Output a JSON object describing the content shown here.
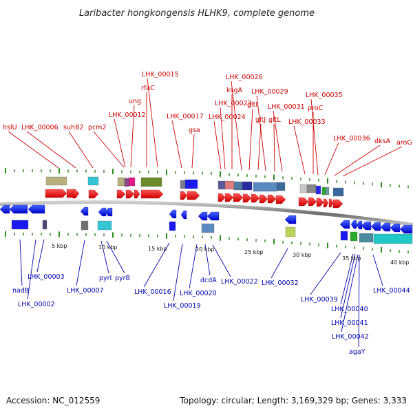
{
  "title": "Laribacter hongkongensis HLHK9, complete genome",
  "footer": {
    "accession": "Accession: NC_012559",
    "summary": "Topology: circular; Length: 3,169,329 bp; Genes: 3,333"
  },
  "colors": {
    "forward_gene": "#ee0000",
    "reverse_gene": "#0000dd",
    "forward_label": "#cc0000",
    "reverse_label": "#0000aa",
    "backbone": "#888888",
    "tick": "#2a8a1a"
  },
  "scale_labels": [
    "5 kbp",
    "10 kbp",
    "15 kbp",
    "20 kbp",
    "25 kbp",
    "30 kbp",
    "35 kbp",
    "40 kbp"
  ],
  "forward_labels": [
    "hslU",
    "LHK_00006",
    "suhB2",
    "pcm2",
    "LHK_00012",
    "ung",
    "rfaC",
    "LHK_00015",
    "LHK_00017",
    "gsa",
    "LHK_00024",
    "LHK_00023",
    "ksgA",
    "LHK_00026",
    "gltI",
    "gltJ",
    "LHK_00029",
    "gltL",
    "LHK_00031",
    "LHK_00033",
    "proC",
    "LHK_00035",
    "LHK_00036",
    "dksA",
    "aroG"
  ],
  "reverse_labels": [
    "nadB",
    "LHK_00002",
    "LHK_00003",
    "LHK_00007",
    "pyrI",
    "pyrB",
    "LHK_00016",
    "LHK_00019",
    "LHK_00020",
    "dcdA",
    "LHK_00022",
    "LHK_00032",
    "LHK_00039",
    "LHK_00040",
    "LHK_00041",
    "LHK_00042",
    "agaY",
    "LHK_00044"
  ]
}
